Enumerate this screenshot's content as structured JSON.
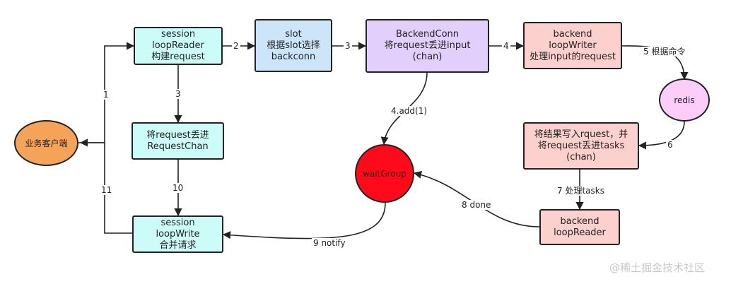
{
  "nodes": {
    "client": {
      "label": "业务客户端",
      "color": "#f6a35a"
    },
    "session_reader": {
      "lines": [
        "session",
        "loopReader",
        "构建request"
      ],
      "color": "#cbfcf7"
    },
    "slot": {
      "lines": [
        "slot",
        "根据slot选择",
        "backconn"
      ],
      "color": "#cde5fb"
    },
    "backend_conn": {
      "lines": [
        "BackendConn",
        "将request丢进input",
        "(chan)"
      ],
      "color": "#e2cffb"
    },
    "backend_writer": {
      "lines": [
        "backend",
        "loopWriter",
        "处理input的request"
      ],
      "color": "#fcd0cc"
    },
    "redis": {
      "label": "redis",
      "color": "#fbcdf8"
    },
    "request_chan": {
      "lines": [
        "将request丢进",
        "RequestChan"
      ],
      "color": "#cbfcf7"
    },
    "wait_group": {
      "label": "waitGroup",
      "color": "#ff0a1a"
    },
    "result_tasks": {
      "lines": [
        "将结果写入rquest，并",
        "将request丢进tasks",
        "(chan)"
      ],
      "color": "#fcd0cc"
    },
    "session_write": {
      "lines": [
        "session",
        "loopWrite",
        "合并请求"
      ],
      "color": "#cbfcf7"
    },
    "backend_reader": {
      "lines": [
        "backend",
        "loopReader"
      ],
      "color": "#fcd0cc"
    }
  },
  "edges": {
    "e1": "1",
    "e2": "2",
    "e3": "3",
    "e3b": "3",
    "e4": "4",
    "e5": "5 根据命令",
    "e6": "6",
    "e7": "7 处理tasks",
    "e8": "8 done",
    "e9": "9 notify",
    "e10": "10",
    "e11": "11",
    "e4add": "4.add(1)"
  },
  "watermark": "@稀土掘金技术社区"
}
